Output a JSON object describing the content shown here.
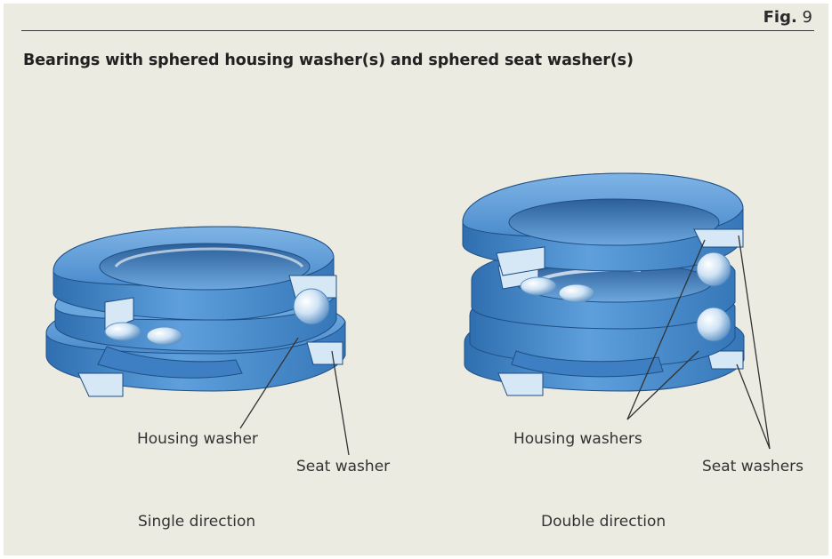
{
  "figure": {
    "fig_word": "Fig.",
    "fig_number": "9",
    "title": "Bearings with sphered housing washer(s) and sphered seat washer(s)"
  },
  "single": {
    "caption": "Single direction",
    "housing_label": "Housing washer",
    "seat_label": "Seat washer"
  },
  "double": {
    "caption": "Double direction",
    "housing_label": "Housing washers",
    "seat_label": "Seat washers"
  },
  "colors": {
    "background": "#ecebe2",
    "washer_blue": "#5b9bd8",
    "washer_dark": "#2f6fb0",
    "washer_light": "#a9cdef",
    "seat_light": "#d6e7f5",
    "ball": "#cfe3f5"
  }
}
